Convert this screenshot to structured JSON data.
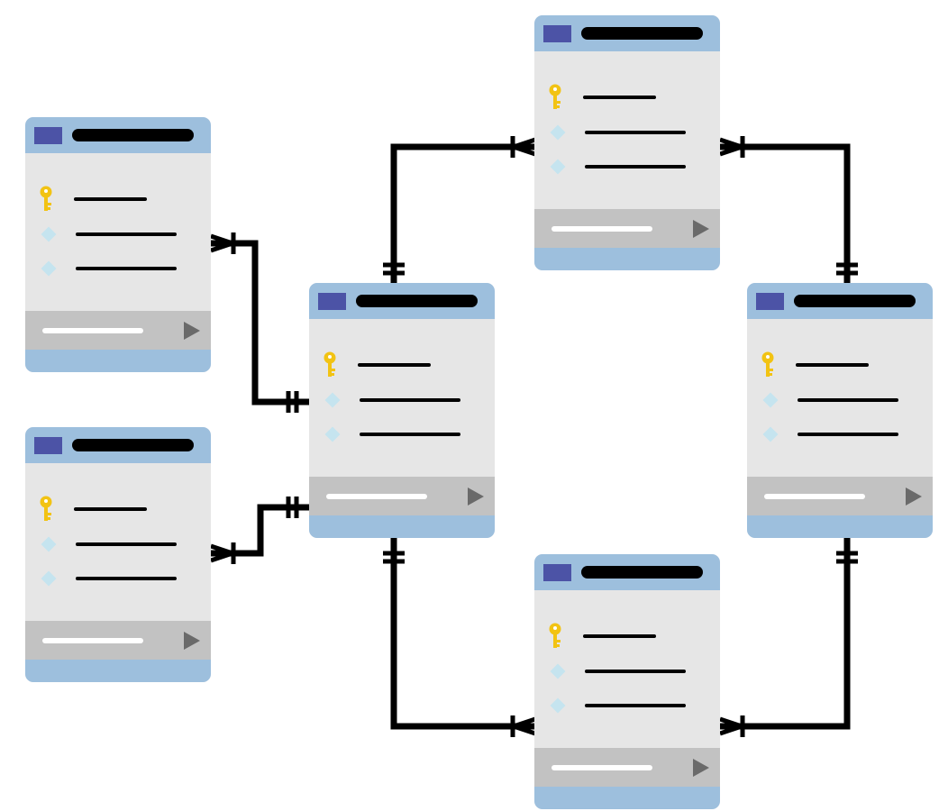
{
  "diagram": {
    "type": "entity-relationship",
    "colors": {
      "header": "#9dbfdd",
      "header_swatch": "#4c53a6",
      "body": "#e6e6e6",
      "footer": "#c2c2c2",
      "key": "#f2c313",
      "attribute_marker": "#c5e4ef",
      "connector": "#000000"
    },
    "tables": [
      {
        "id": "left-top",
        "fields": [
          {
            "icon": "key-icon"
          },
          {
            "icon": "diamond-icon"
          },
          {
            "icon": "diamond-icon"
          }
        ]
      },
      {
        "id": "left-bottom",
        "fields": [
          {
            "icon": "key-icon"
          },
          {
            "icon": "diamond-icon"
          },
          {
            "icon": "diamond-icon"
          }
        ]
      },
      {
        "id": "center",
        "fields": [
          {
            "icon": "key-icon"
          },
          {
            "icon": "diamond-icon"
          },
          {
            "icon": "diamond-icon"
          }
        ]
      },
      {
        "id": "top-right",
        "fields": [
          {
            "icon": "key-icon"
          },
          {
            "icon": "diamond-icon"
          },
          {
            "icon": "diamond-icon"
          }
        ]
      },
      {
        "id": "right",
        "fields": [
          {
            "icon": "key-icon"
          },
          {
            "icon": "diamond-icon"
          },
          {
            "icon": "diamond-icon"
          }
        ]
      },
      {
        "id": "bottom-right",
        "fields": [
          {
            "icon": "key-icon"
          },
          {
            "icon": "diamond-icon"
          },
          {
            "icon": "diamond-icon"
          }
        ]
      }
    ],
    "relationships": [
      {
        "from": "center",
        "to": "left-top",
        "from_end": "one-and-only-one",
        "to_end": "one-or-many"
      },
      {
        "from": "center",
        "to": "left-bottom",
        "from_end": "one-and-only-one",
        "to_end": "one-or-many"
      },
      {
        "from": "center",
        "to": "top-right",
        "from_end": "one-and-only-one",
        "to_end": "one-or-many"
      },
      {
        "from": "center",
        "to": "bottom-right",
        "from_end": "one-and-only-one",
        "to_end": "one-or-many"
      },
      {
        "from": "right",
        "to": "top-right",
        "from_end": "one-and-only-one",
        "to_end": "one-or-many"
      },
      {
        "from": "right",
        "to": "bottom-right",
        "from_end": "one-and-only-one",
        "to_end": "one-or-many"
      }
    ]
  }
}
